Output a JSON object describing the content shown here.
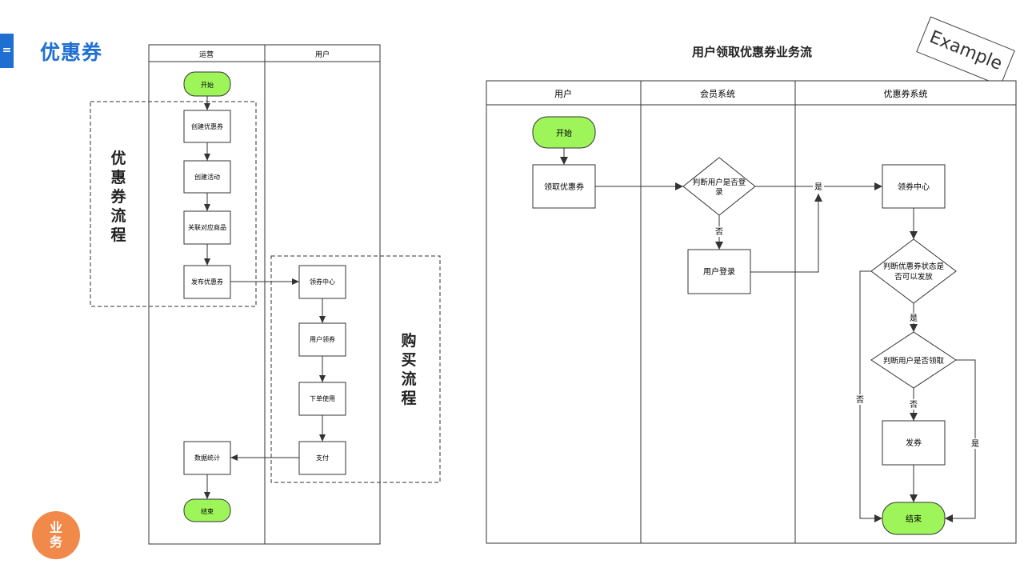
{
  "header": {
    "menu_icon_glyph": "=",
    "page_title": "优惠券",
    "badge_text": "业务"
  },
  "left_flow": {
    "lanes": [
      "运营",
      "用户"
    ],
    "group_labels": {
      "coupon_process": "优惠券流程",
      "purchase_process": "购买流程"
    },
    "nodes": {
      "start": "开始",
      "create_coupon": "创建优惠券",
      "create_activity": "创建活动",
      "link_products": "关联对应商品",
      "publish_coupon": "发布优惠券",
      "coupon_center": "领券中心",
      "user_claim": "用户领券",
      "order_use": "下单使用",
      "pay": "支付",
      "data_stats": "数据统计",
      "end": "结束"
    }
  },
  "right_flow": {
    "title": "用户领取优惠券业务流",
    "stamp": "Example",
    "lanes": [
      "用户",
      "会员系统",
      "优惠券系统"
    ],
    "nodes": {
      "start": "开始",
      "claim_coupon": "领取优惠券",
      "check_login_l1": "判断用户是否登",
      "check_login_l2": "录",
      "user_login": "用户登录",
      "coupon_center": "领券中心",
      "check_status_l1": "判断优惠券状态是",
      "check_status_l2": "否可以发放",
      "check_claimed": "判断用户是否领取",
      "issue": "发券",
      "end": "结束"
    },
    "edge_labels": {
      "login_yes": "是",
      "login_no": "否",
      "status_yes": "是",
      "status_no": "否",
      "claimed_no": "否",
      "claimed_yes": "是"
    }
  },
  "colors": {
    "accent_blue": "#1f6fd2",
    "badge_orange": "#f0894a",
    "terminal_green": "#9ef55a"
  }
}
